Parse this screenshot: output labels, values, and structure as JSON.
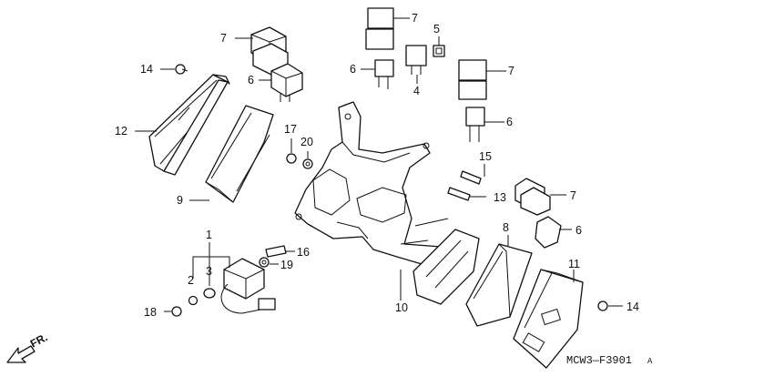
{
  "diagram": {
    "code": "MCW3—F3901",
    "code_suffix": "A",
    "direction_label": "FR."
  },
  "callouts": [
    "7",
    "5",
    "7",
    "6",
    "4",
    "6",
    "7",
    "14",
    "6",
    "12",
    "17",
    "20",
    "15",
    "13",
    "7",
    "9",
    "6",
    "8",
    "1",
    "16",
    "19",
    "2",
    "3",
    "11",
    "14",
    "10",
    "18"
  ]
}
